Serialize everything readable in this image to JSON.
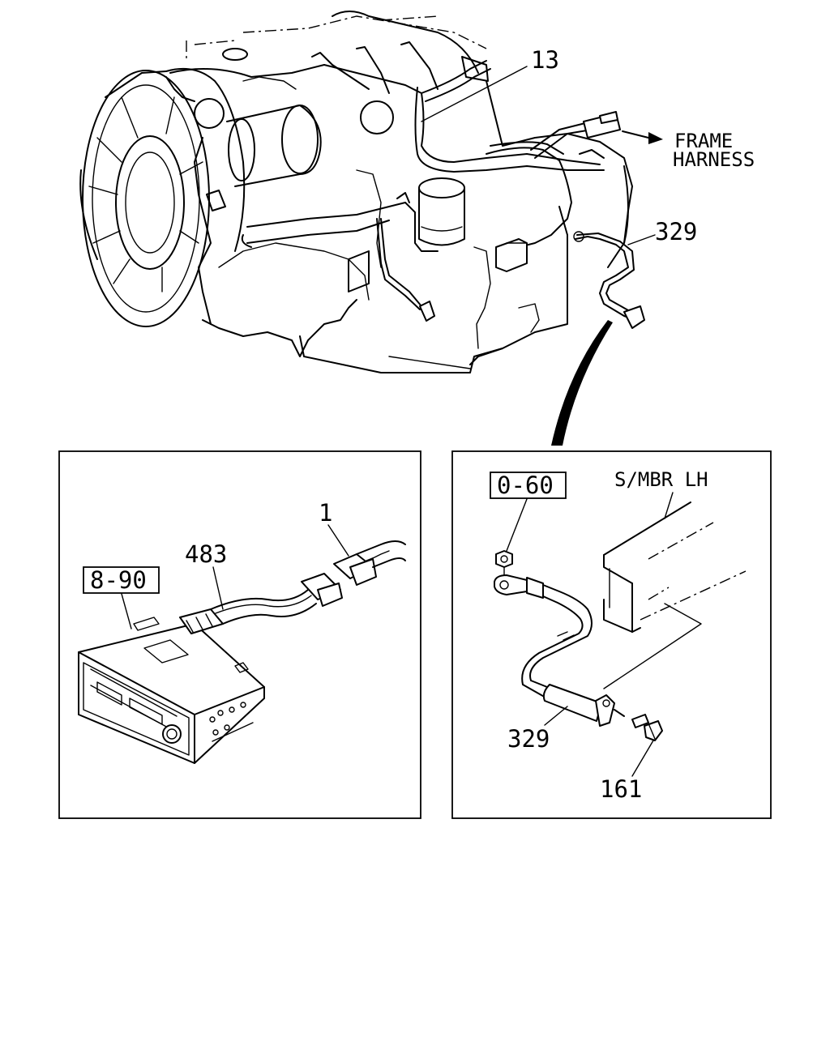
{
  "callouts": {
    "wiring_harness": "13",
    "frame_harness_line1": "FRAME",
    "frame_harness_line2": "HARNESS",
    "ground_cable_top": "329",
    "radio_ref": "8-90",
    "adapter_harness": "483",
    "connector": "1",
    "nut_ref": "0-60",
    "side_member": "S/MBR LH",
    "ground_cable_detail": "329",
    "bolt": "161"
  },
  "colors": {
    "line": "#000000",
    "background": "#ffffff"
  }
}
